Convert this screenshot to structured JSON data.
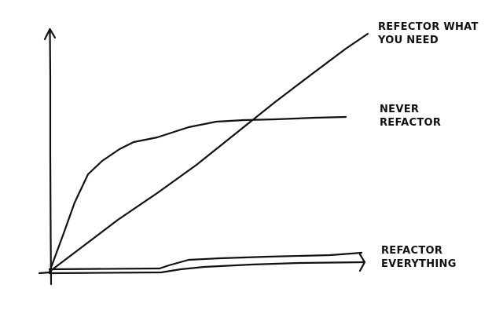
{
  "chart_data": {
    "type": "line",
    "title": "",
    "xlabel": "",
    "ylabel": "",
    "style": "hand-drawn sketch, no ticks, no grid",
    "grid": false,
    "legend_position": "inline labels at right end of each curve",
    "axis_pixels": {
      "origin": [
        63,
        346
      ],
      "y_axis_top": [
        65,
        35
      ],
      "x_axis_end": [
        464,
        341
      ]
    },
    "series": [
      {
        "name": "REFECTOR WHAT YOU NEED",
        "label_lines": [
          "REFECTOR WHAT",
          "YOU NEED"
        ],
        "shape": "roughly linear, steadily rising",
        "points": [
          [
            63,
            346
          ],
          [
            100,
            318
          ],
          [
            150,
            280
          ],
          [
            200,
            246
          ],
          [
            250,
            210
          ],
          [
            300,
            170
          ],
          [
            350,
            130
          ],
          [
            400,
            92
          ],
          [
            440,
            62
          ],
          [
            468,
            43
          ]
        ]
      },
      {
        "name": "NEVER REFACTOR",
        "label_lines": [
          "NEVER",
          "REFACTOR"
        ],
        "shape": "rises fast then plateaus",
        "points": [
          [
            63,
            346
          ],
          [
            80,
            300
          ],
          [
            95,
            258
          ],
          [
            112,
            222
          ],
          [
            130,
            205
          ],
          [
            152,
            190
          ],
          [
            170,
            181
          ],
          [
            200,
            175
          ],
          [
            240,
            162
          ],
          [
            275,
            155
          ],
          [
            310,
            153
          ],
          [
            350,
            152
          ],
          [
            400,
            150
          ],
          [
            440,
            149
          ]
        ]
      },
      {
        "name": "REFACTOR EVERYTHING",
        "label_lines": [
          "REFACTOR",
          "EVERYTHING"
        ],
        "shape": "flat near zero, slight rise",
        "points": [
          [
            63,
            343
          ],
          [
            203,
            342
          ],
          [
            215,
            338
          ],
          [
            240,
            331
          ],
          [
            280,
            329
          ],
          [
            340,
            327
          ],
          [
            420,
            325
          ],
          [
            460,
            322
          ]
        ],
        "lower_trace": [
          [
            63,
            348
          ],
          [
            205,
            347
          ],
          [
            230,
            343
          ],
          [
            260,
            340
          ],
          [
            320,
            337
          ],
          [
            380,
            335
          ],
          [
            464,
            334
          ]
        ]
      }
    ]
  },
  "labels": {
    "refactor_what_you_need": [
      "REFECTOR WHAT",
      "YOU NEED"
    ],
    "never_refactor": [
      "NEVER",
      "REFACTOR"
    ],
    "refactor_everything": [
      "REFACTOR",
      "EVERYTHING"
    ]
  },
  "colors": {
    "background": "#ffffff",
    "ink": "#111111"
  }
}
